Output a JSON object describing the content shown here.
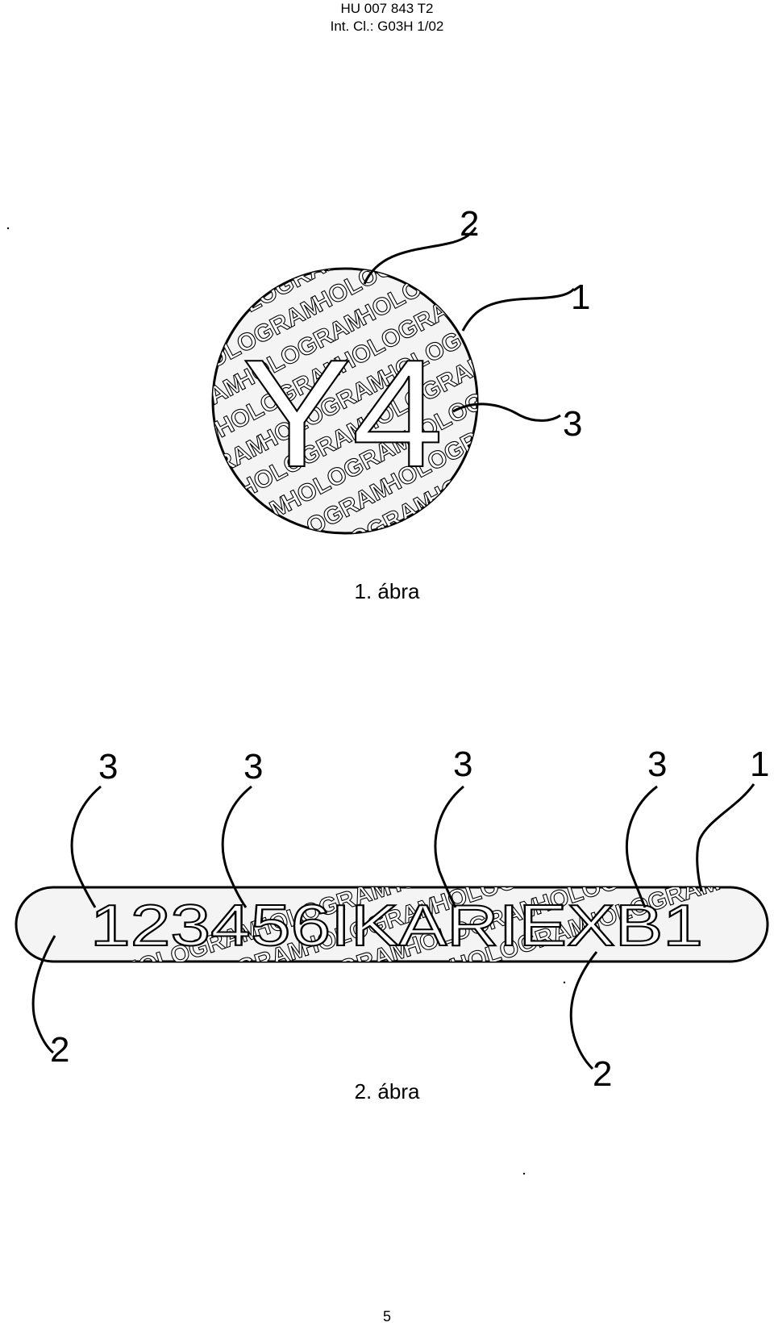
{
  "header": {
    "doc_number": "HU 007 843 T2",
    "classification": "Int. Cl.: G03H 1/02"
  },
  "figure1": {
    "caption": "1. ábra",
    "pattern_word": "HOLOGRAM",
    "overlay_text": "Y4",
    "reference_numerals": [
      "2",
      "1",
      "3"
    ]
  },
  "figure2": {
    "caption": "2. ábra",
    "pattern_word": "HOLOGRAM",
    "overlay_text": "123456IKARIEXB1",
    "reference_numerals": [
      "3",
      "3",
      "3",
      "3",
      "1",
      "2",
      "2"
    ]
  },
  "page_number": "5"
}
